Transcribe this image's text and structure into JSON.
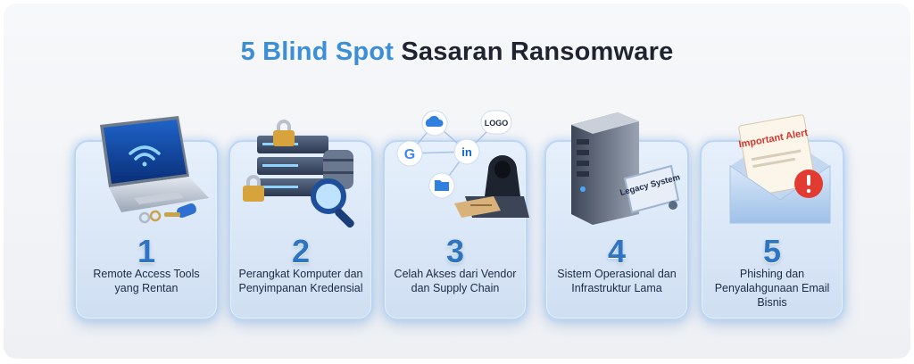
{
  "title": {
    "accent": "5 Blind Spot",
    "rest": "Sasaran Ransomware"
  },
  "cards": [
    {
      "number": "1",
      "label": "Remote Access Tools yang Rentan"
    },
    {
      "number": "2",
      "label": "Perangkat Komputer dan Penyimpanan Kredensial"
    },
    {
      "number": "3",
      "label": "Celah Akses dari Vendor dan Supply Chain",
      "illustration_text": "LOGO"
    },
    {
      "number": "4",
      "label": "Sistem Operasional dan Infrastruktur Lama",
      "illustration_text": "Legacy System"
    },
    {
      "number": "5",
      "label": "Phishing dan Penyalahgunaan Email Bisnis",
      "illustration_text": "Important Alert"
    }
  ],
  "colors": {
    "accent": "#3c8fd6",
    "title_text": "#1f2430",
    "number": "#2f74c2",
    "card_border": "#bcd6f3",
    "alert_red": "#e23b32"
  },
  "icons": [
    "laptop-wifi-icon",
    "padlock-icon",
    "server-stack-icon",
    "magnifier-icon",
    "cloud-icon",
    "google-icon",
    "linkedin-icon",
    "folder-icon",
    "hacker-icon",
    "server-tower-icon",
    "envelope-icon",
    "warning-icon"
  ]
}
